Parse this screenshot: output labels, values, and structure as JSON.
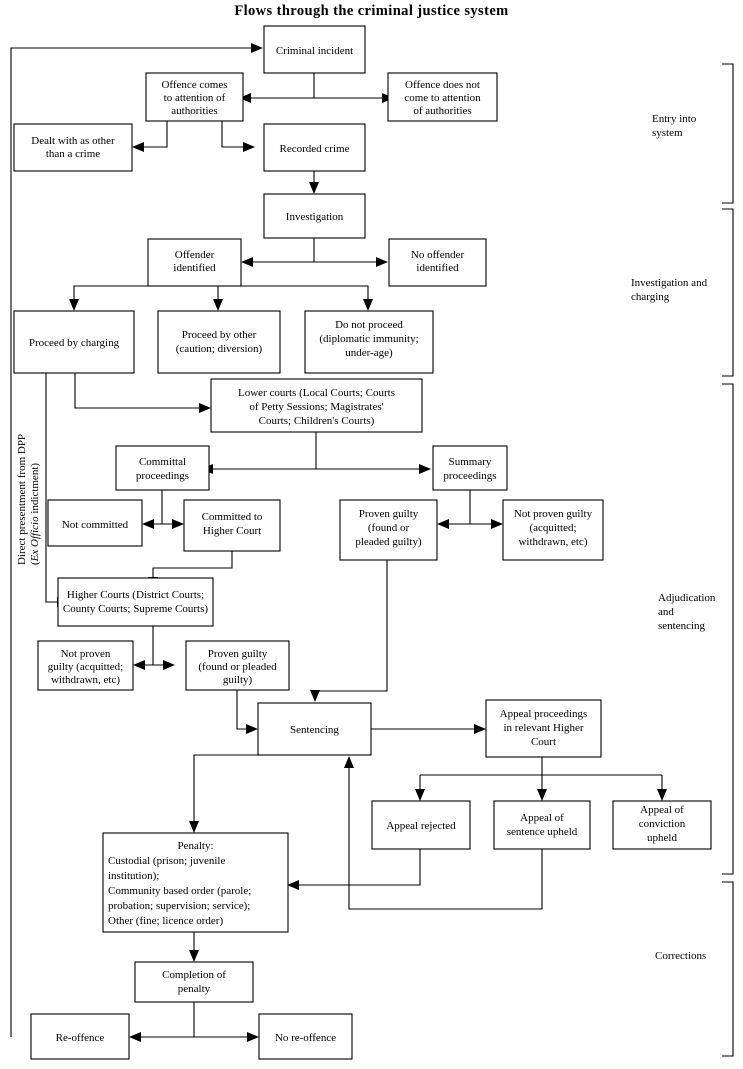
{
  "title": "Flows through the criminal justice system",
  "colors": {
    "line": "#000000",
    "box_fill": "#ffffff",
    "text": "#000000"
  },
  "side_label": {
    "line1": "Direct presentment from DPP",
    "line2_prefix": "(",
    "line2_italic": "Ex Officio",
    "line2_suffix": " indictment)"
  },
  "brackets": [
    {
      "id": "entry",
      "label_line1": "Entry into",
      "label_line2": "system"
    },
    {
      "id": "investigation",
      "label_line1": "Investigation and",
      "label_line2": "charging"
    },
    {
      "id": "adjudication",
      "label_line1": "Adjudication",
      "label_line2": "and",
      "label_line3": "sentencing"
    },
    {
      "id": "corrections",
      "label_line1": "Corrections"
    }
  ],
  "nodes": [
    {
      "id": "criminal-incident",
      "lines": [
        "Criminal incident"
      ]
    },
    {
      "id": "offence-comes-to-attention",
      "lines": [
        "Offence comes",
        "to attention of",
        "authorities"
      ]
    },
    {
      "id": "offence-not-come-to-attention",
      "lines": [
        "Offence does not",
        "come to attention",
        "of authorities"
      ]
    },
    {
      "id": "dealt-with-other-than-crime",
      "lines": [
        "Dealt with as other",
        "than a crime"
      ]
    },
    {
      "id": "recorded-crime",
      "lines": [
        "Recorded crime"
      ]
    },
    {
      "id": "investigation",
      "lines": [
        "Investigation"
      ]
    },
    {
      "id": "offender-identified",
      "lines": [
        "Offender",
        "identified"
      ]
    },
    {
      "id": "no-offender-identified",
      "lines": [
        "No offender",
        "identified"
      ]
    },
    {
      "id": "proceed-by-charging",
      "lines": [
        "Proceed by charging"
      ]
    },
    {
      "id": "proceed-by-other",
      "lines": [
        "Proceed by other",
        "(caution; diversion)"
      ]
    },
    {
      "id": "do-not-proceed",
      "lines": [
        "Do not proceed",
        "(diplomatic immunity;",
        "under-age)"
      ]
    },
    {
      "id": "lower-courts",
      "lines": [
        "Lower courts (Local Courts; Courts",
        "of Petty Sessions; Magistrates'",
        "Courts; Children's Courts)"
      ]
    },
    {
      "id": "committal-proceedings",
      "lines": [
        "Committal",
        "proceedings"
      ]
    },
    {
      "id": "summary-proceedings",
      "lines": [
        "Summary",
        "proceedings"
      ]
    },
    {
      "id": "not-committed",
      "lines": [
        "Not committed"
      ]
    },
    {
      "id": "committed-to-higher-court",
      "lines": [
        "Committed to",
        "Higher Court"
      ]
    },
    {
      "id": "proven-guilty-summary",
      "lines": [
        "Proven guilty",
        "(found or",
        "pleaded guilty)"
      ]
    },
    {
      "id": "not-proven-guilty-summary",
      "lines": [
        "Not proven guilty",
        "(acquitted;",
        "withdrawn, etc)"
      ]
    },
    {
      "id": "higher-courts",
      "lines": [
        "Higher Courts (District Courts;",
        "County Courts; Supreme Courts)"
      ]
    },
    {
      "id": "not-proven-guilty-higher",
      "lines": [
        "Not proven",
        "guilty (acquitted;",
        "withdrawn, etc)"
      ]
    },
    {
      "id": "proven-guilty-higher",
      "lines": [
        "Proven guilty",
        "(found or pleaded",
        "guilty)"
      ]
    },
    {
      "id": "sentencing",
      "lines": [
        "Sentencing"
      ]
    },
    {
      "id": "appeal-proceedings",
      "lines": [
        "Appeal proceedings",
        "in relevant Higher",
        "Court"
      ]
    },
    {
      "id": "appeal-rejected",
      "lines": [
        "Appeal rejected"
      ]
    },
    {
      "id": "appeal-sentence-upheld",
      "lines": [
        "Appeal of",
        "sentence upheld"
      ]
    },
    {
      "id": "appeal-conviction-upheld",
      "lines": [
        "Appeal of",
        "conviction",
        "upheld"
      ]
    },
    {
      "id": "penalty",
      "lines": [
        "Penalty:",
        "Custodial (prison; juvenile",
        "institution);",
        "Community based order (parole;",
        "probation; supervision; service);",
        "Other (fine; licence order)"
      ]
    },
    {
      "id": "completion-of-penalty",
      "lines": [
        "Completion of",
        "penalty"
      ]
    },
    {
      "id": "re-offence",
      "lines": [
        "Re-offence"
      ]
    },
    {
      "id": "no-re-offence",
      "lines": [
        "No re-offence"
      ]
    }
  ]
}
